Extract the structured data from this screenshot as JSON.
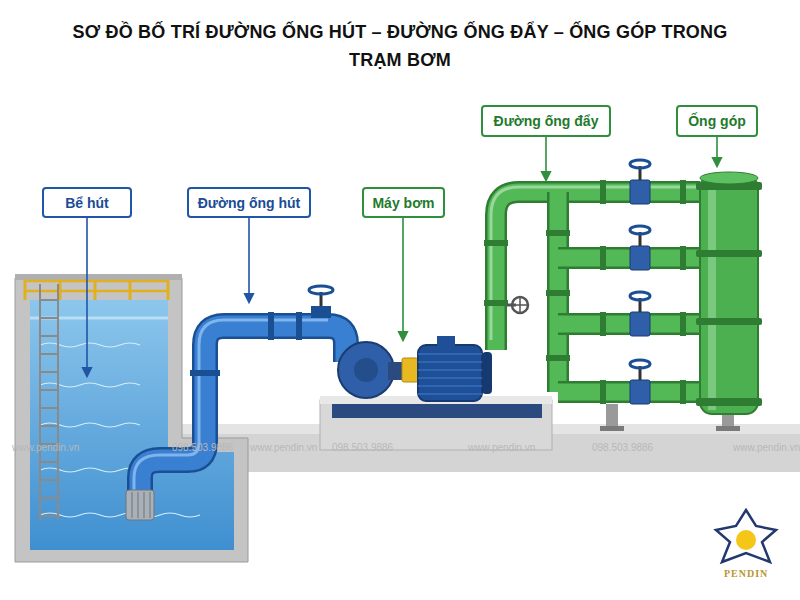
{
  "diagram": {
    "title": "SƠ ĐỒ BỐ TRÍ ĐƯỜNG ỐNG HÚT – ĐƯỜNG ỐNG ĐẨY – ỐNG GÓP TRONG TRẠM BƠM",
    "nodes": [
      {
        "text": [
          "Bể hút"
        ]
      },
      {
        "text": [
          "Đường ống hút"
        ]
      },
      {
        "text": [
          "Máy bơm"
        ]
      },
      {
        "text": [
          "Đường ống đẩy"
        ]
      },
      {
        "text": [
          "Ống góp"
        ]
      }
    ],
    "labels": [
      "www.pendin.vn",
      "098.503.9886",
      "www.pendin.vn",
      "098.503.9886",
      "www.pendin.vn",
      "098.503.9886",
      "www.pendin.vn",
      "PENDIN"
    ]
  }
}
